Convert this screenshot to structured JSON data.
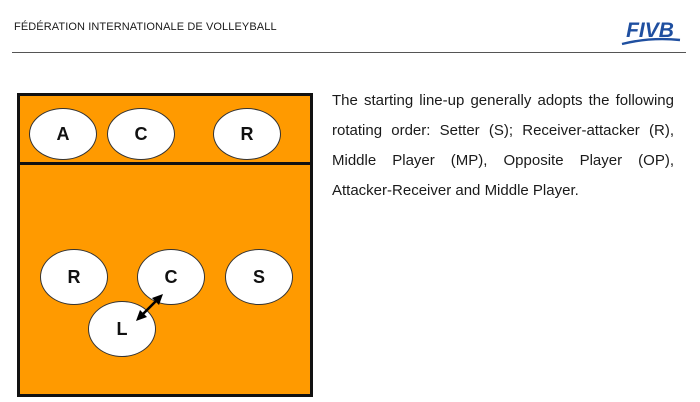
{
  "header": {
    "title": "FÉDÉRATION INTERNATIONALE DE VOLLEYBALL",
    "logo_text": "FIVB",
    "logo_color": "#1f4fa0"
  },
  "court": {
    "color": "#ff9a00",
    "front_row": {
      "p1": "A",
      "p2": "C",
      "p3": "R"
    },
    "back_row": {
      "p1": "R",
      "p2": "C",
      "p3": "S"
    },
    "libero": "L"
  },
  "description": "The starting line-up generally adopts the following rotating order: Setter (S); Receiver-attacker (R), Middle Player (MP), Opposite Player (OP), Attacker-Receiver and Middle Player."
}
